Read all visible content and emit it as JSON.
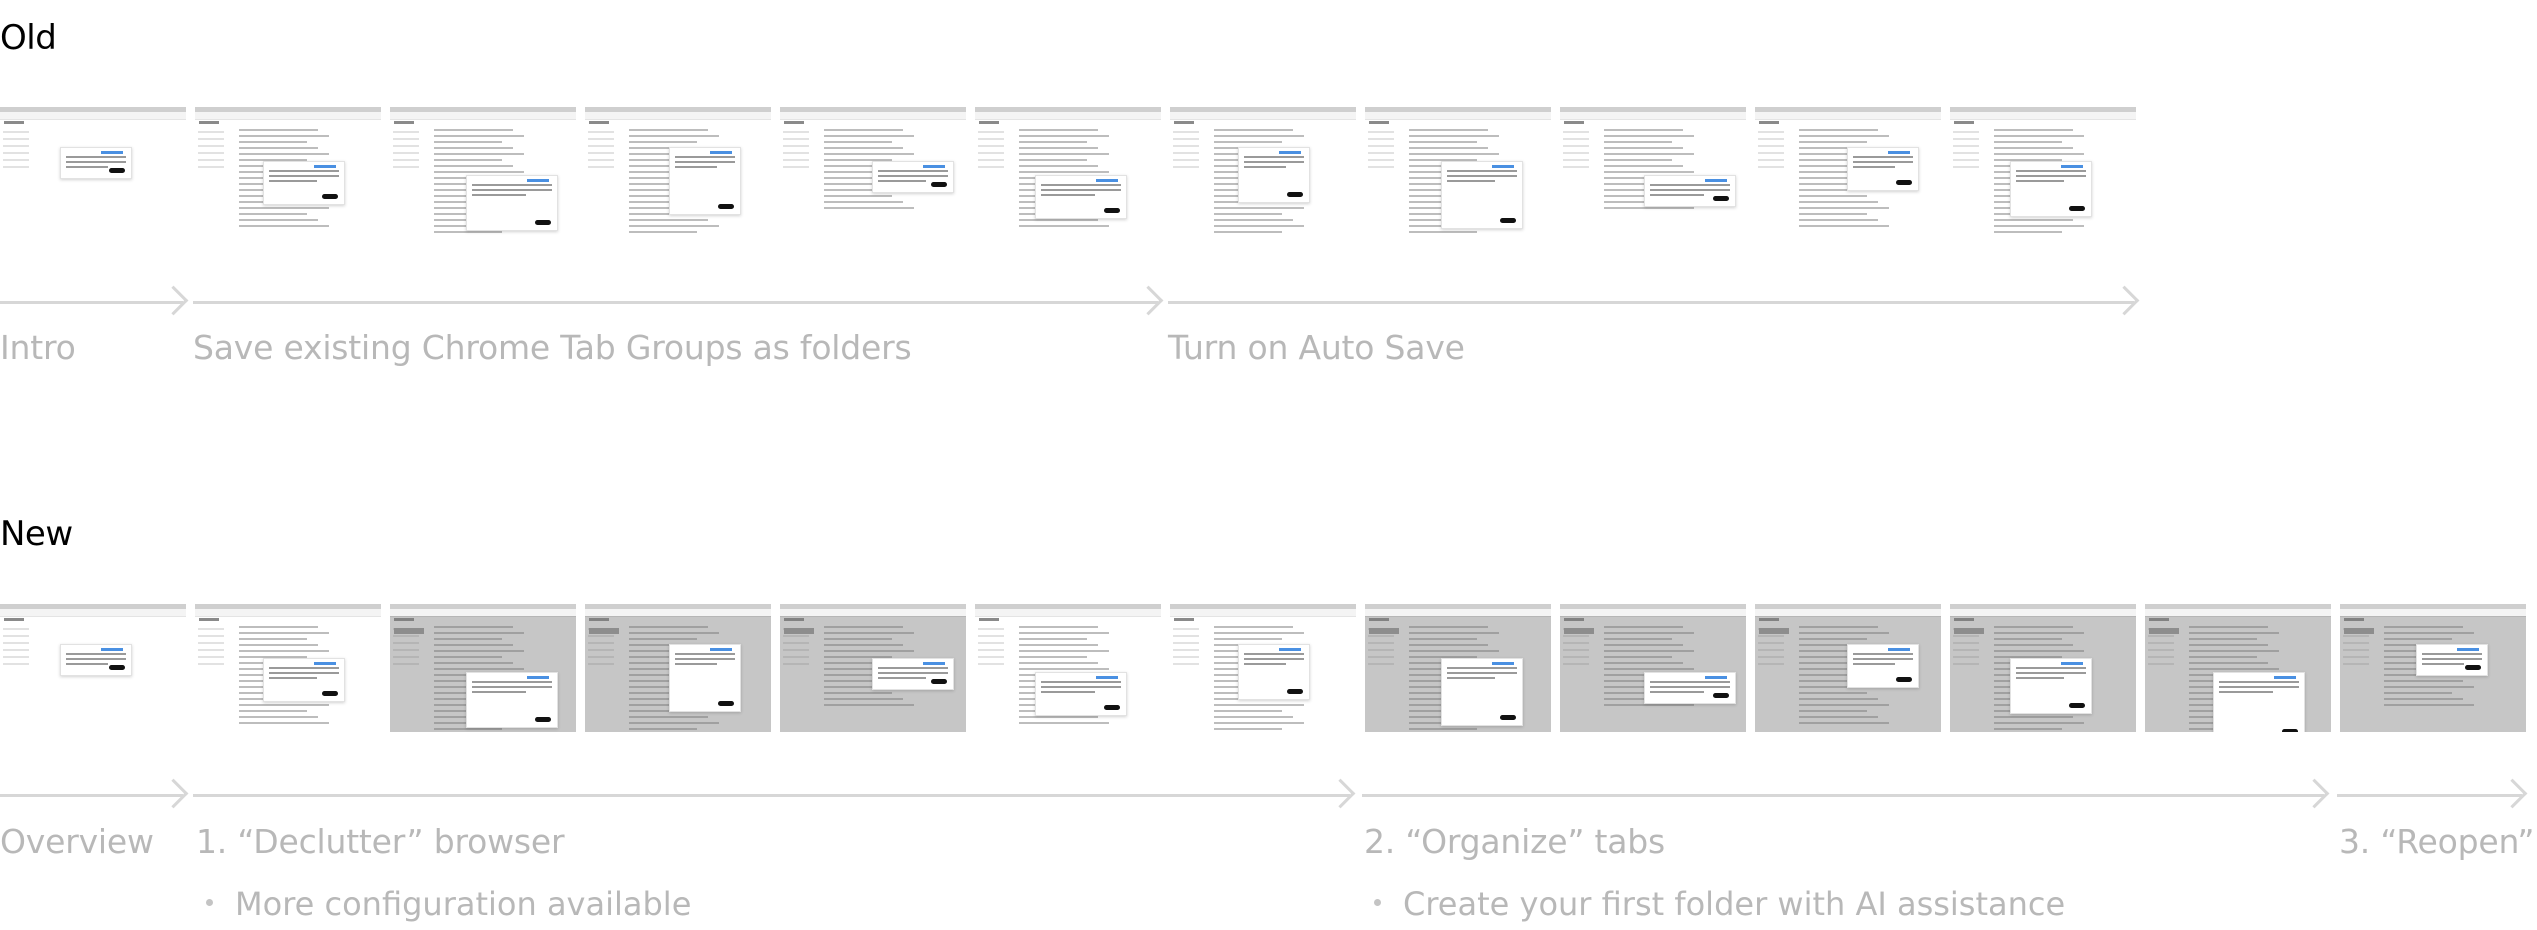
{
  "old": {
    "heading": "Old",
    "sections": [
      "Intro",
      "Save existing Chrome Tab Groups as folders",
      "Turn on Auto Save"
    ],
    "thumbnail_count": 11
  },
  "new": {
    "heading": "New",
    "sections": [
      "Overview",
      "1. “Declutter” browser",
      "2. “Organize” tabs",
      "3. “Reopen”"
    ],
    "notes": [
      "More configuration available",
      "Create your first folder with AI assistance"
    ],
    "thumbnail_count": 13
  },
  "colors": {
    "arrow": "#d7d7d7",
    "label": "#b8b8b8",
    "heading": "#000000",
    "accent": "#4a90e2"
  }
}
